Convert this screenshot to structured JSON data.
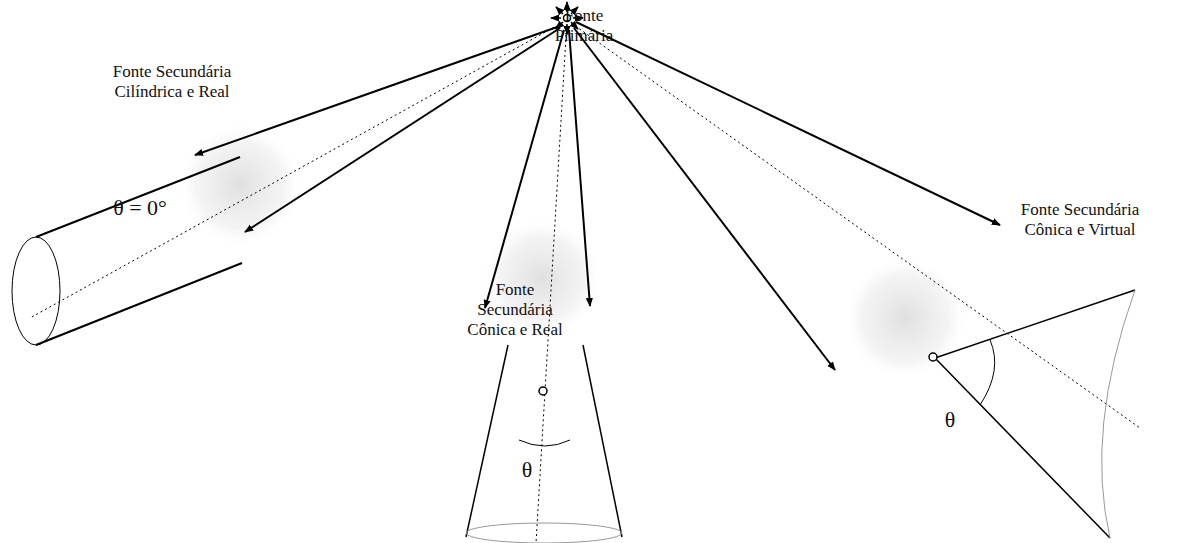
{
  "diagram": {
    "labels": [
      "Fonte Primária",
      "Fonte Secundária Cilíndrica e Real",
      "θ = 0°",
      "Fonte Secundária Cônica e Real",
      "θ",
      "Fonte Secundária Cônica e Virtual",
      "θ"
    ]
  }
}
